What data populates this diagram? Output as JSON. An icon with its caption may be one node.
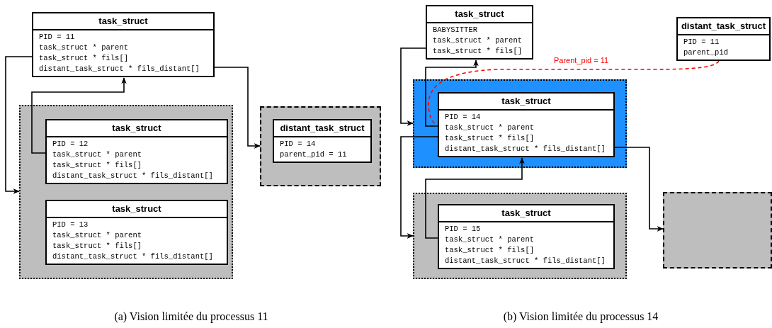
{
  "diagram": {
    "nodes": [
      {
        "text": [
          "task_struct",
          "PID = 11",
          "task_struct * parent",
          "task_struct * fils[]",
          "distant_task_struct * fils_distant[]"
        ]
      },
      {
        "text": [],
        "shape": "box"
      },
      {
        "text": [
          "task_struct",
          "PID = 12",
          "task_struct * parent",
          "task_struct * fils[]",
          "distant_task_struct * fils_distant[]"
        ],
        "in": 1
      },
      {
        "text": [
          "task_struct",
          "PID = 13",
          "task_struct * parent",
          "task_struct * fils[]",
          "distant_task_struct * fils_distant[]"
        ],
        "in": 1
      },
      {
        "text": [],
        "shape": "box"
      },
      {
        "text": [
          "distant_task_struct",
          "PID = 14",
          "parent_pid = 11"
        ],
        "in": 4
      },
      {
        "text": [
          "task_struct",
          "BABYSITTER",
          "task_struct * parent",
          "task_struct * fils[]"
        ]
      },
      {
        "text": [
          "distant_task_struct",
          "PID = 11",
          "parent_pid"
        ]
      },
      {
        "text": [],
        "shape": "box"
      },
      {
        "text": [
          "task_struct",
          "PID = 14",
          "task_struct * parent",
          "task_struct * fils[]",
          "distant_task_struct * fils_distant[]"
        ],
        "in": 8
      },
      {
        "text": [],
        "shape": "box"
      },
      {
        "text": [
          "task_struct",
          "PID = 15",
          "task_struct * parent",
          "task_struct * fils[]",
          "distant_task_struct * fils_distant[]"
        ],
        "in": 10
      },
      {
        "text": [],
        "shape": "box"
      }
    ],
    "edges": [
      {
        "from": 0,
        "to": 1,
        "arrow": "to"
      },
      {
        "from": 2,
        "to": 0,
        "arrow": "to"
      },
      {
        "from": 0,
        "to": 4,
        "arrow": "to"
      },
      {
        "from": 6,
        "to": 8,
        "arrow": "to"
      },
      {
        "from": 9,
        "to": 6,
        "arrow": "to"
      },
      {
        "from": 9,
        "to": 10,
        "arrow": "to"
      },
      {
        "from": 11,
        "to": 9,
        "arrow": "to"
      },
      {
        "from": 9,
        "to": 12,
        "arrow": "to"
      },
      {
        "from": 7,
        "to": 9,
        "arrow": "none",
        "label": "Parent_pid = 11",
        "style": "dashed",
        "color": "#ff0000"
      }
    ],
    "labels": [
      "(a) Vision limitée du processus 11",
      "(b) Vision limitée du processus 14"
    ]
  }
}
